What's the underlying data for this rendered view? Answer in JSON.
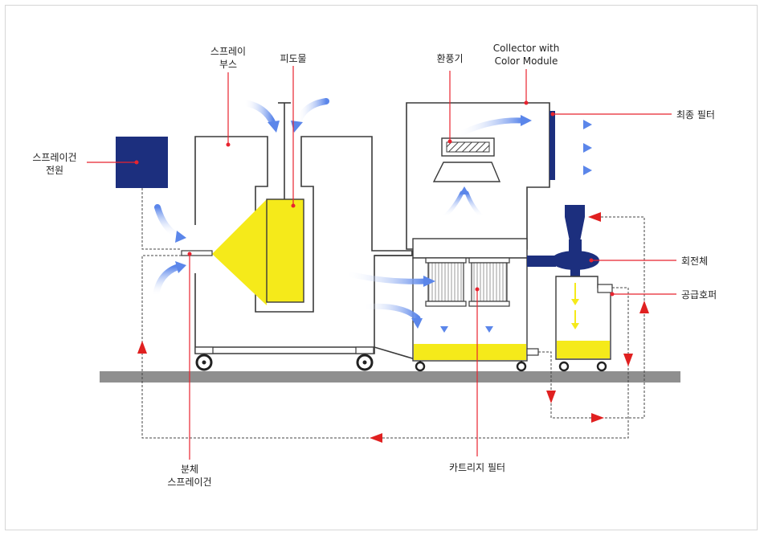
{
  "labels": {
    "spray_booth": [
      "스프레이",
      "부스"
    ],
    "workpiece": "피도물",
    "ventilator": "환풍기",
    "collector": [
      "Collector with",
      "Color Module"
    ],
    "final_filter": "최종 필터",
    "spray_power": [
      "스프레이건",
      "전원"
    ],
    "rotor": "회전체",
    "supply_hopper": "공급호퍼",
    "powder_gun": [
      "분체",
      "스프레이건"
    ],
    "cartridge_filter": "카트리지 필터"
  },
  "colors": {
    "outline": "#3a3a3a",
    "powder_yellow": "#f5ea1a",
    "navy": "#1c2f7e",
    "air_blue": "#6f98ee",
    "leader_red": "#e8232f",
    "floor_gray": "#8f8f8f",
    "flow_arrow_red": "#e02020"
  }
}
